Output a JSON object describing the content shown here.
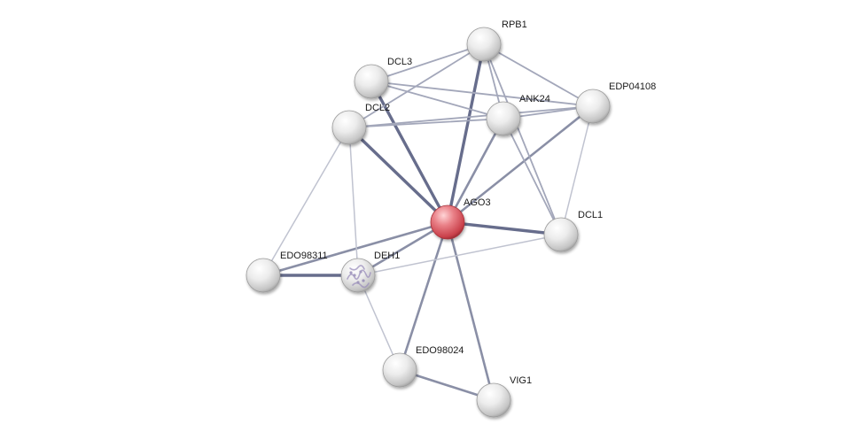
{
  "diagram": {
    "type": "protein-interaction-network",
    "nodes": [
      {
        "id": "RPB1",
        "label": "RPB1",
        "query": false
      },
      {
        "id": "DCL3",
        "label": "DCL3",
        "query": false
      },
      {
        "id": "EDP04108",
        "label": "EDP04108",
        "query": false
      },
      {
        "id": "ANK24",
        "label": "ANK24",
        "query": false
      },
      {
        "id": "DCL2",
        "label": "DCL2",
        "query": false
      },
      {
        "id": "AGO3",
        "label": "AGO3",
        "query": true
      },
      {
        "id": "DCL1",
        "label": "DCL1",
        "query": false
      },
      {
        "id": "EDO98311",
        "label": "EDO98311",
        "query": false
      },
      {
        "id": "DEH1",
        "label": "DEH1",
        "query": false,
        "has_structure": true
      },
      {
        "id": "EDO98024",
        "label": "EDO98024",
        "query": false
      },
      {
        "id": "VIG1",
        "label": "VIG1",
        "query": false
      }
    ],
    "edges": [
      {
        "source": "AGO3",
        "target": "RPB1",
        "strength": "strong"
      },
      {
        "source": "AGO3",
        "target": "DCL3",
        "strength": "strong"
      },
      {
        "source": "AGO3",
        "target": "DCL2",
        "strength": "strong"
      },
      {
        "source": "AGO3",
        "target": "ANK24",
        "strength": "medium"
      },
      {
        "source": "AGO3",
        "target": "EDP04108",
        "strength": "medium"
      },
      {
        "source": "AGO3",
        "target": "DCL1",
        "strength": "strong"
      },
      {
        "source": "AGO3",
        "target": "EDO98311",
        "strength": "medium"
      },
      {
        "source": "AGO3",
        "target": "DEH1",
        "strength": "medium"
      },
      {
        "source": "AGO3",
        "target": "EDO98024",
        "strength": "medium"
      },
      {
        "source": "AGO3",
        "target": "VIG1",
        "strength": "medium"
      },
      {
        "source": "RPB1",
        "target": "DCL3",
        "strength": "light"
      },
      {
        "source": "RPB1",
        "target": "DCL2",
        "strength": "light"
      },
      {
        "source": "RPB1",
        "target": "ANK24",
        "strength": "light"
      },
      {
        "source": "RPB1",
        "target": "EDP04108",
        "strength": "light"
      },
      {
        "source": "RPB1",
        "target": "DCL1",
        "strength": "light"
      },
      {
        "source": "DCL3",
        "target": "ANK24",
        "strength": "light"
      },
      {
        "source": "DCL3",
        "target": "EDP04108",
        "strength": "light"
      },
      {
        "source": "DCL2",
        "target": "ANK24",
        "strength": "light"
      },
      {
        "source": "DCL2",
        "target": "EDP04108",
        "strength": "light"
      },
      {
        "source": "DCL2",
        "target": "DEH1",
        "strength": "faint"
      },
      {
        "source": "DCL2",
        "target": "EDO98311",
        "strength": "faint"
      },
      {
        "source": "ANK24",
        "target": "EDP04108",
        "strength": "light"
      },
      {
        "source": "ANK24",
        "target": "DCL1",
        "strength": "light"
      },
      {
        "source": "EDP04108",
        "target": "DCL1",
        "strength": "faint"
      },
      {
        "source": "DCL1",
        "target": "DEH1",
        "strength": "faint"
      },
      {
        "source": "EDO98311",
        "target": "DEH1",
        "strength": "strong"
      },
      {
        "source": "DEH1",
        "target": "EDO98024",
        "strength": "faint"
      },
      {
        "source": "EDO98024",
        "target": "VIG1",
        "strength": "medium"
      }
    ],
    "colors": {
      "node_default": "#e6e6e6",
      "node_query": "#e0565e",
      "edge_strong": "#676d8c",
      "edge_medium": "#8a8fa6",
      "edge_light": "#a3a7ba",
      "edge_faint": "#c0c3d0"
    }
  }
}
